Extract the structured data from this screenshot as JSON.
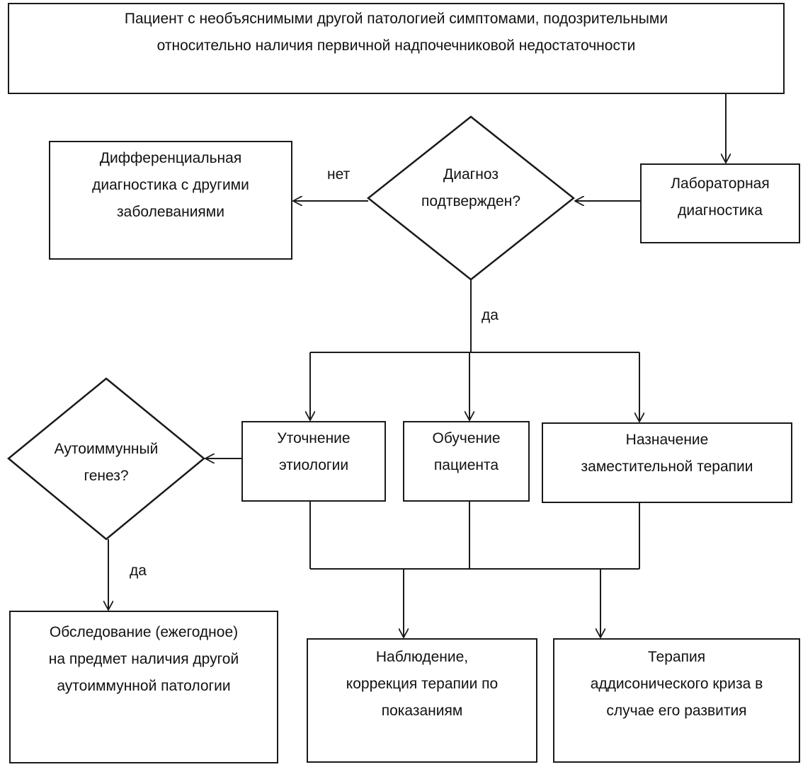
{
  "nodes": {
    "patient": "Пациент с необъяснимыми другой патологией симптомами, подозрительными\nотносительно наличия первичной надпочечниковой недостаточности",
    "lab": "Лабораторная\nдиагностика",
    "confirmed": "Диагноз\nподтвержден?",
    "differential": "Дифференциальная\nдиагностика с другими\nзаболеваниями",
    "etiology": "Уточнение\nэтиологии",
    "education": "Обучение\nпациента",
    "replacement": "Назначение\nзаместительной терапии",
    "autoimmune": "Аутоиммунный\nгенез?",
    "screening": "Обследование (ежегодное)\nна предмет наличия другой\nаутоиммунной патологии",
    "observation": "Наблюдение,\nкоррекция терапии по\nпоказаниям",
    "crisis": "Терапия\nаддисонического криза в\nслучае его развития"
  },
  "edge_labels": {
    "no": "нет",
    "yes_confirmed": "да",
    "yes_autoimmune": "да"
  }
}
